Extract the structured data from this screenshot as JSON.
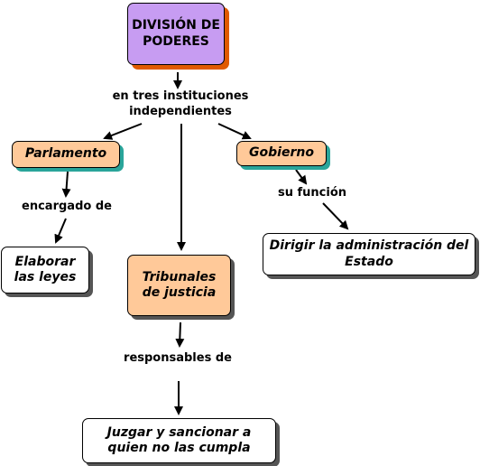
{
  "nodes": {
    "root": "DIVISIÓN DE PODERES",
    "parlamento": "Parlamento",
    "gobierno": "Gobierno",
    "tribunales": "Tribunales de justicia",
    "elaborar": "Elaborar las leyes",
    "dirigir": "Dirigir la administración del Estado",
    "juzgar": "Juzgar y sancionar a quien no las cumpla"
  },
  "links": {
    "instituciones": "en tres instituciones independientes",
    "encargado": "encargado de",
    "funcion": "su función",
    "responsables": "responsables de"
  },
  "colors": {
    "root_fill": "#c79cf2",
    "root_shadow": "#e05a00",
    "institution_fill": "#ffc999",
    "institution_shadow": "#2aa59a",
    "leaf_fill": "#ffffff",
    "leaf_shadow": "#555555"
  }
}
